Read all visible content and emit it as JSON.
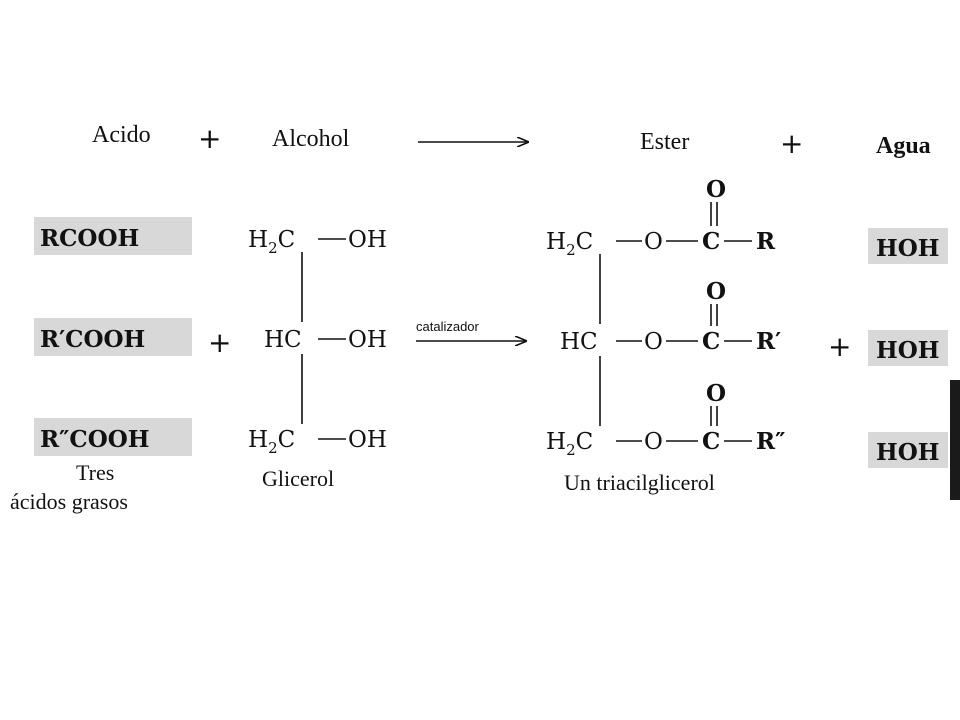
{
  "header": {
    "acid": "Acido",
    "plus1": "+",
    "alcohol": "Alcohol",
    "ester": "Ester",
    "plus2": "+",
    "water": "Agua"
  },
  "acids": {
    "a1": "RCOOH",
    "a2": "R′COOH",
    "a3": "R″COOH",
    "caption_line1": "Tres",
    "caption_line2": "ácidos grasos"
  },
  "plus_left": "+",
  "glycerol": {
    "h2c": "H",
    "sub2": "2",
    "c": "C",
    "hc": "HC",
    "oh": "OH",
    "caption": "Glicerol"
  },
  "catalyst": "catalizador",
  "triacylglycerol": {
    "h2c": "H",
    "sub2": "2",
    "c": "C",
    "hc": "HC",
    "o": "O",
    "carbonyl_o": "O",
    "carbonyl_c": "C",
    "r1": "R",
    "r2": "R′",
    "r3": "R″",
    "caption": "Un triacilglicerol"
  },
  "plus_right": "+",
  "water_products": {
    "w1": "HOH",
    "w2": "HOH",
    "w3": "HOH"
  }
}
